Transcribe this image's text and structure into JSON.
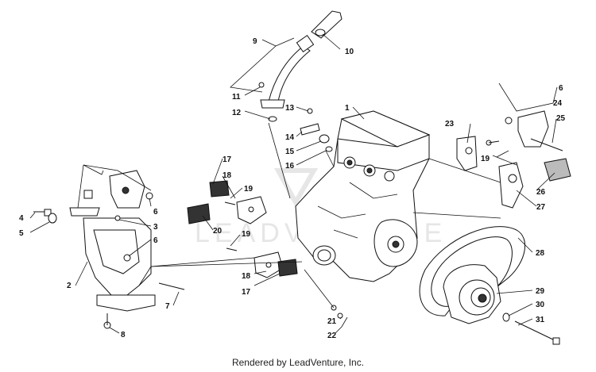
{
  "footer": "Rendered by LeadVenture, Inc.",
  "watermark": "LEADVENTURE",
  "callouts": [
    "1",
    "2",
    "3",
    "4",
    "5",
    "6",
    "6",
    "6",
    "7",
    "8",
    "9",
    "10",
    "11",
    "12",
    "13",
    "14",
    "15",
    "16",
    "17",
    "17",
    "18",
    "18",
    "19",
    "19",
    "19",
    "20",
    "21",
    "22",
    "23",
    "24",
    "25",
    "26",
    "27",
    "28",
    "29",
    "30",
    "31"
  ]
}
